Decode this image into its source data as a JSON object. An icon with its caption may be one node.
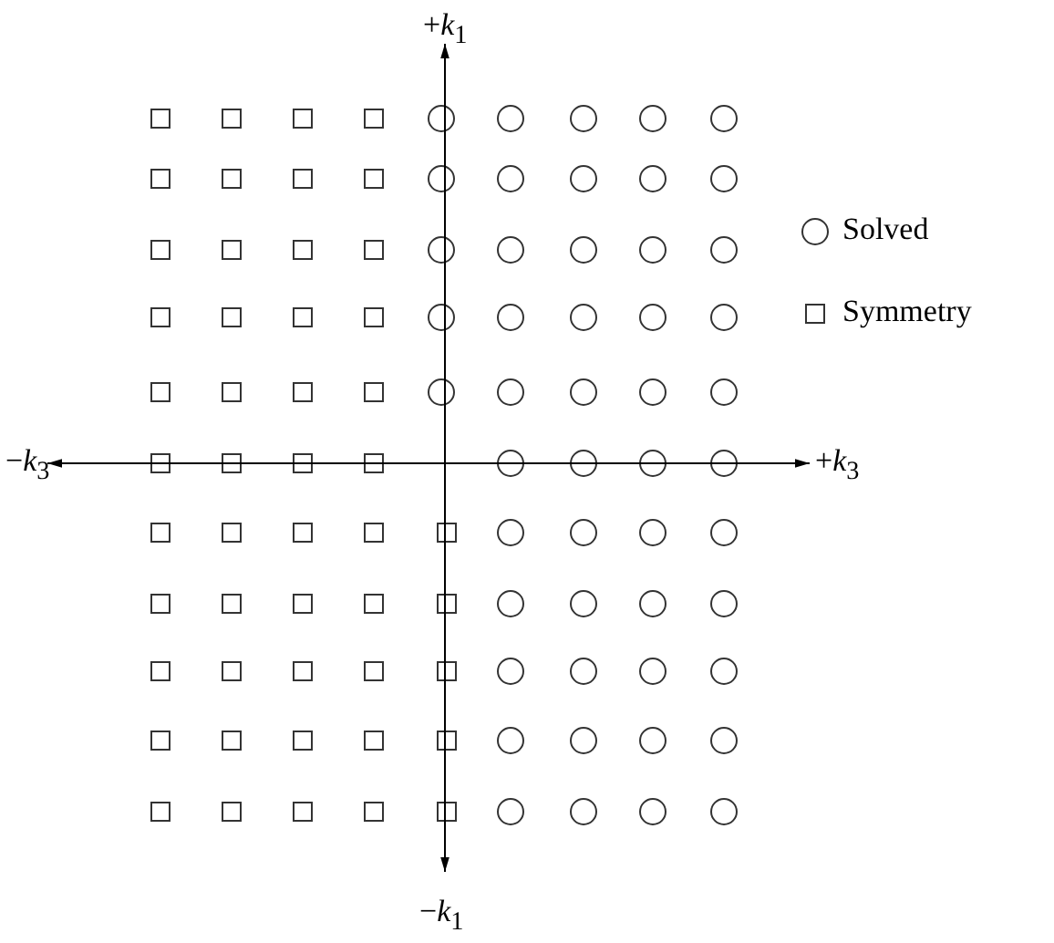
{
  "diagram": {
    "labels": [
      "+*k*$_{1}$",
      "−*k*$_{3}$",
      "+*k*$_{3}$",
      "−*k*$_{1}$"
    ],
    "legend": [
      {
        "text": "Solved"
      },
      {
        "text": "Symmetry"
      }
    ]
  }
}
